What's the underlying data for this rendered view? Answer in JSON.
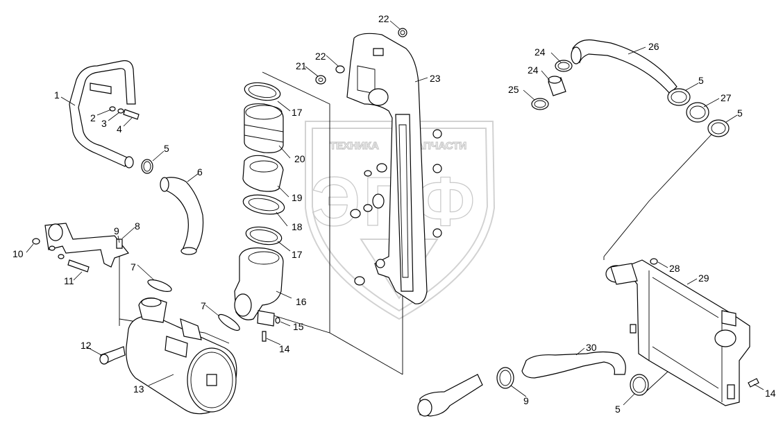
{
  "watermark": {
    "top_left": "ТЕХНИКА",
    "top_right": "ЗАПЧАСТИ",
    "main": "ЭПФ"
  },
  "callouts": [
    {
      "id": "c1",
      "text": "1"
    },
    {
      "id": "c2",
      "text": "2"
    },
    {
      "id": "c3",
      "text": "3"
    },
    {
      "id": "c4",
      "text": "4"
    },
    {
      "id": "c5a",
      "text": "5"
    },
    {
      "id": "c6",
      "text": "6"
    },
    {
      "id": "c7a",
      "text": "7"
    },
    {
      "id": "c7b",
      "text": "7"
    },
    {
      "id": "c8",
      "text": "8"
    },
    {
      "id": "c9a",
      "text": "9"
    },
    {
      "id": "c10",
      "text": "10"
    },
    {
      "id": "c11",
      "text": "11"
    },
    {
      "id": "c12",
      "text": "12"
    },
    {
      "id": "c13",
      "text": "13"
    },
    {
      "id": "c14a",
      "text": "14"
    },
    {
      "id": "c15",
      "text": "15"
    },
    {
      "id": "c16",
      "text": "16"
    },
    {
      "id": "c17a",
      "text": "17"
    },
    {
      "id": "c17b",
      "text": "17"
    },
    {
      "id": "c18",
      "text": "18"
    },
    {
      "id": "c19",
      "text": "19"
    },
    {
      "id": "c20",
      "text": "20"
    },
    {
      "id": "c21",
      "text": "21"
    },
    {
      "id": "c22a",
      "text": "22"
    },
    {
      "id": "c22b",
      "text": "22"
    },
    {
      "id": "c23",
      "text": "23"
    },
    {
      "id": "c24a",
      "text": "24"
    },
    {
      "id": "c24b",
      "text": "24"
    },
    {
      "id": "c25",
      "text": "25"
    },
    {
      "id": "c26",
      "text": "26"
    },
    {
      "id": "c5b",
      "text": "5"
    },
    {
      "id": "c27",
      "text": "27"
    },
    {
      "id": "c5c",
      "text": "5"
    },
    {
      "id": "c28",
      "text": "28"
    },
    {
      "id": "c29",
      "text": "29"
    },
    {
      "id": "c30",
      "text": "30"
    },
    {
      "id": "c9b",
      "text": "9"
    },
    {
      "id": "c5d",
      "text": "5"
    },
    {
      "id": "c14b",
      "text": "14"
    }
  ]
}
